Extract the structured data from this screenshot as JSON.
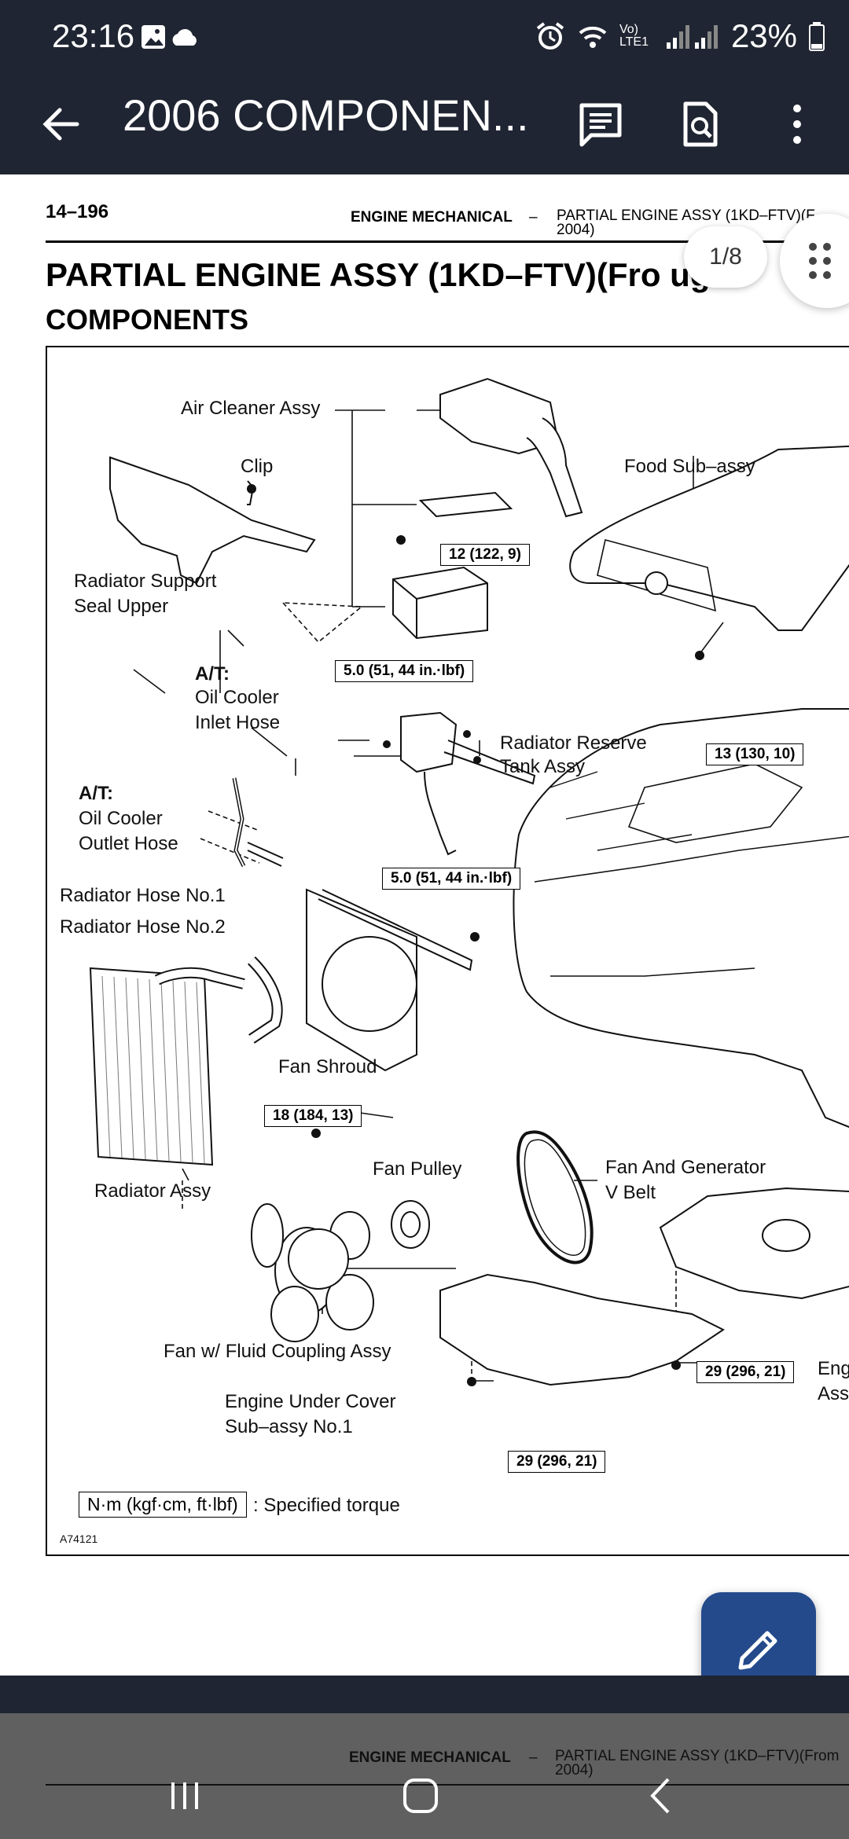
{
  "status": {
    "time": "23:16",
    "carrier": "Vo) LTE1",
    "battery": "23%"
  },
  "appbar": {
    "title": "2006 COMPONEN...",
    "icons": [
      "back-arrow-icon",
      "comments-icon",
      "search-document-icon",
      "more-vert-icon"
    ]
  },
  "document": {
    "page_number": "14–196",
    "section": "ENGINE MECHANICAL",
    "dash": "–",
    "subtitle": "PARTIAL ENGINE ASSY (1KD–FTV)(F 2004)",
    "title": "PARTIAL ENGINE ASSY (1KD–FTV)(Fro ug",
    "heading": "COMPONENTS",
    "page_indicator": "1/8",
    "labels": {
      "air_cleaner": "Air Cleaner Assy",
      "clip": "Clip",
      "food_sub": "Food Sub–assy",
      "radiator_support_1": "Radiator Support",
      "radiator_support_2": "Seal Upper",
      "at1": "A/T:",
      "oil_inlet_1": "Oil Cooler",
      "oil_inlet_2": "Inlet Hose",
      "reserve_1": "Radiator Reserve",
      "reserve_2": "Tank Assy",
      "at2": "A/T:",
      "oil_outlet_1": "Oil Cooler",
      "oil_outlet_2": "Outlet Hose",
      "hose1": "Radiator Hose No.1",
      "hose2": "Radiator Hose No.2",
      "fan_shroud": "Fan Shroud",
      "radiator_assy": "Radiator Assy",
      "fan_pulley": "Fan Pulley",
      "belt_1": "Fan And Generator",
      "belt_2": "V Belt",
      "fan_coupling": "Fan w/ Fluid Coupling Assy",
      "under_1": "Engine Under Cover",
      "under_2": "Sub–assy No.1",
      "eng_cut_1": "Eng",
      "eng_cut_2": "Ass",
      "spec_torque": ": Specified torque",
      "legend": "N·m (kgf·cm, ft·lbf)",
      "fig_id": "A74121"
    },
    "torques": {
      "t1": "12 (122, 9)",
      "t2": "5.0 (51, 44 in.·lbf)",
      "t3": "13 (130, 10)",
      "t4": "5.0 (51, 44 in.·lbf)",
      "t5": "18 (184, 13)",
      "t6": "29 (296, 21)",
      "t7": "29 (296, 21)"
    }
  },
  "page2": {
    "section": "ENGINE MECHANICAL",
    "dash": "–",
    "subtitle": "PARTIAL ENGINE ASSY (1KD–FTV)(From 2004)"
  },
  "colors": {
    "bar": "#1f2532",
    "fab": "#244a8c"
  }
}
